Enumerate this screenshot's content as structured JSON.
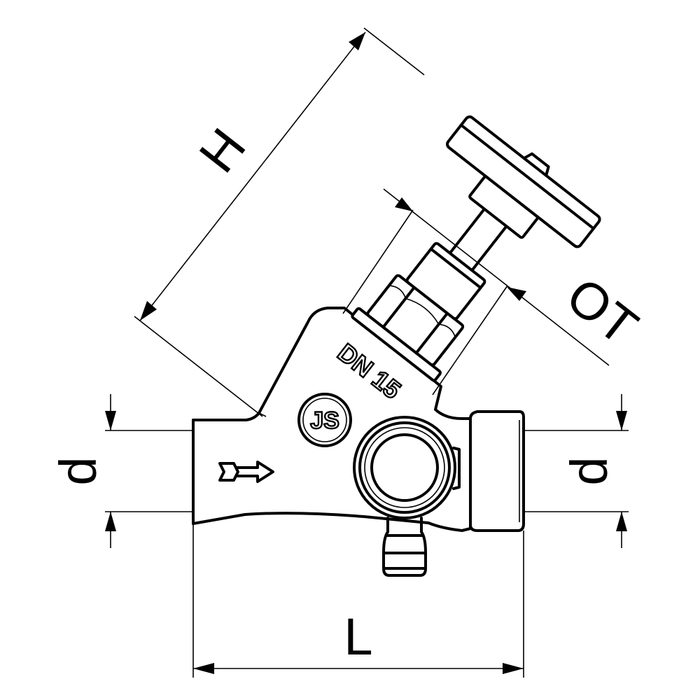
{
  "drawing": {
    "dimensions": {
      "height_label": "H",
      "thread_label": "OT",
      "length_label": "L",
      "pipe_left_label": "d",
      "pipe_right_label": "d"
    },
    "body_markings": {
      "nominal_size": "DN 15",
      "logo": "JS"
    }
  }
}
